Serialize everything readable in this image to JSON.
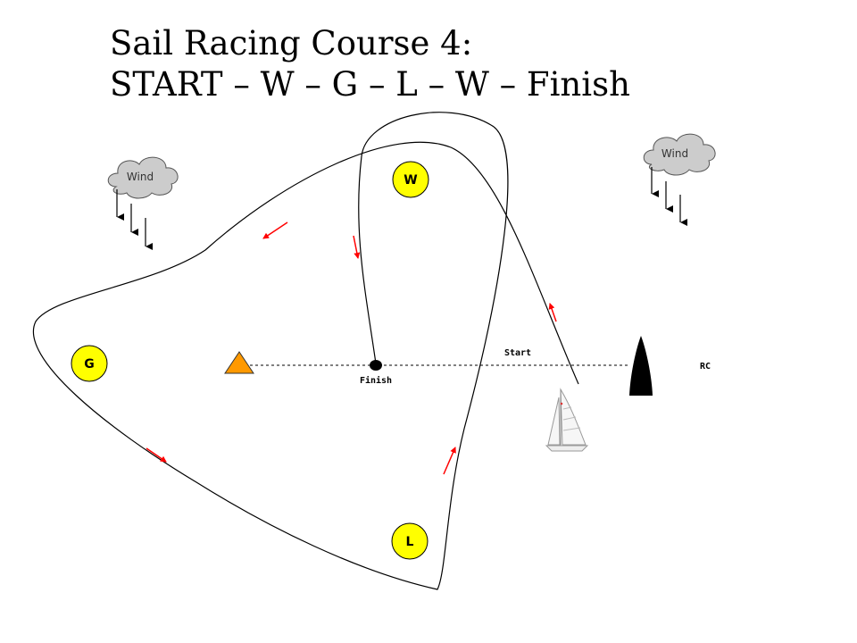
{
  "title": {
    "line1": "Sail Racing Course 4:",
    "line2": "START – W – G – L – W – Finish"
  },
  "marks": {
    "windward": "W",
    "gybe": "G",
    "leeward": "L"
  },
  "labels": {
    "start": "Start",
    "finish": "Finish",
    "committee_boat": "RC"
  },
  "wind": {
    "left_cloud": "Wind",
    "right_cloud": "Wind"
  },
  "colors": {
    "mark_fill": "#ffff00",
    "pin_buoy": "#ff9900",
    "cloud_fill": "#cccccc",
    "course_arrow": "#ff0000",
    "course_line": "#000000"
  }
}
